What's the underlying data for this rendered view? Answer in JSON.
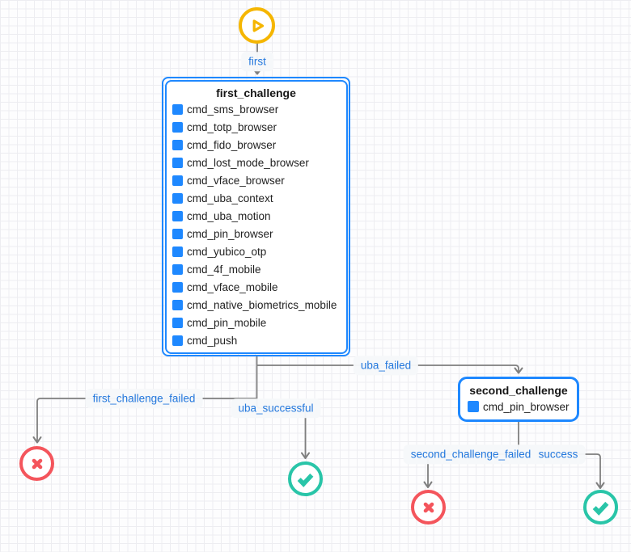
{
  "diagram": {
    "start_node": {
      "icon": "play-icon"
    },
    "nodes": {
      "first_challenge": {
        "title": "first_challenge",
        "items": [
          "cmd_sms_browser",
          "cmd_totp_browser",
          "cmd_fido_browser",
          "cmd_lost_mode_browser",
          "cmd_vface_browser",
          "cmd_uba_context",
          "cmd_uba_motion",
          "cmd_pin_browser",
          "cmd_yubico_otp",
          "cmd_4f_mobile",
          "cmd_vface_mobile",
          "cmd_native_biometrics_mobile",
          "cmd_pin_mobile",
          "cmd_push"
        ]
      },
      "second_challenge": {
        "title": "second_challenge",
        "items": [
          "cmd_pin_browser"
        ]
      }
    },
    "edge_labels": {
      "first": "first",
      "uba_failed": "uba_failed",
      "first_challenge_failed": "first_challenge_failed",
      "uba_successful": "uba_successful",
      "second_challenge_failed": "second_challenge_failed",
      "success": "success"
    },
    "terminals": {
      "failure_icon": "x-circle-icon",
      "success_icon": "check-circle-icon"
    },
    "colors": {
      "node_blue": "#1e88ff",
      "label_blue": "#2478dd",
      "edge_gray": "#7f7f7f",
      "start_yellow": "#f5b600",
      "success_teal": "#29c5a8",
      "failure_red": "#f4555c"
    }
  }
}
